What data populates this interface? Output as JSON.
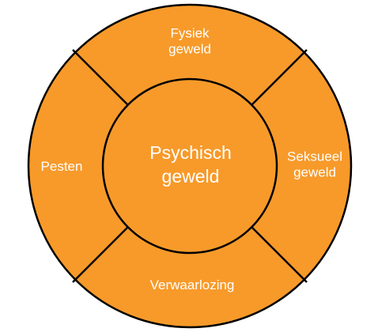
{
  "diagram": {
    "center": {
      "text": "Psychisch\ngeweld"
    },
    "segments": {
      "top": "Fysiek\ngeweld",
      "right": "Seksueel\ngeweld",
      "bottom": "Verwaarlozing",
      "left": "Pesten"
    },
    "colors": {
      "fill": "#F79A2A",
      "stroke": "#000000",
      "text": "#FFFFFF"
    }
  }
}
